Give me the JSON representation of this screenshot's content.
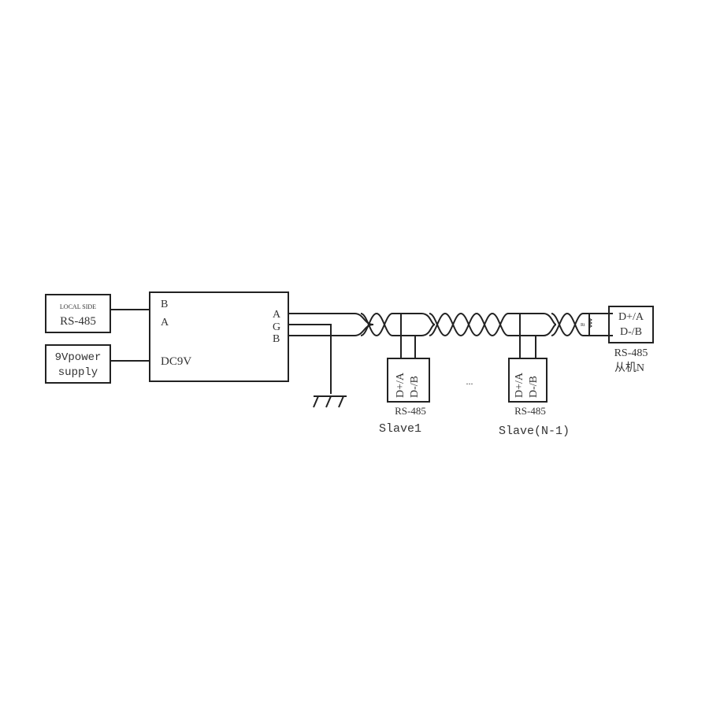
{
  "local_side": {
    "caption": "LOCAL SIDE",
    "label": "RS-485"
  },
  "power": {
    "line1": "9Vpower",
    "line2": "supply"
  },
  "converter": {
    "left_pins": [
      "B",
      "A"
    ],
    "power_pin": "DC9V",
    "right_pins": [
      "A",
      "G",
      "B"
    ]
  },
  "slave1": {
    "pins": [
      "D+/A",
      "D-/B"
    ],
    "type": "RS-485",
    "name": "Slave1"
  },
  "ellipsis": "...",
  "slave_n1": {
    "pins": [
      "D+/A",
      "D-/B"
    ],
    "type": "RS-485",
    "name": "Slave(N-1)"
  },
  "slave_n": {
    "pins": [
      "D+/A",
      "D-/B"
    ],
    "type": "RS-485",
    "name": "从机N"
  },
  "terminator": {
    "label": "Rt"
  },
  "colors": {
    "line": "#222222",
    "text": "#333333"
  }
}
